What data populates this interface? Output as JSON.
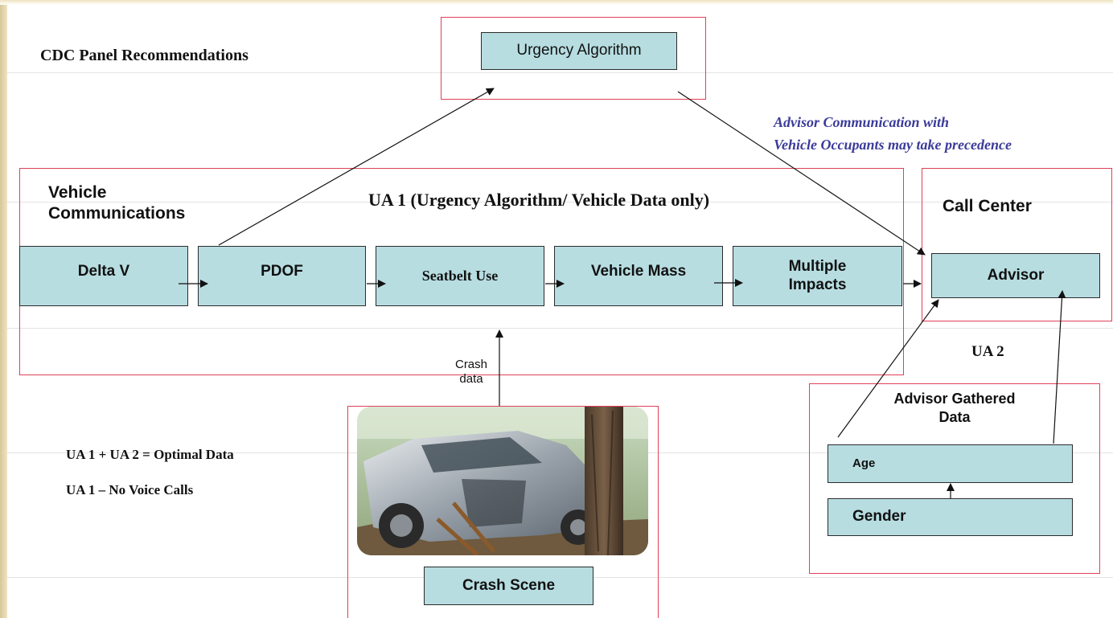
{
  "title": "CDC Panel Recommendations",
  "urgency_algorithm": "Urgency Algorithm",
  "advisor_note": [
    "Advisor  Communication with",
    "Vehicle Occupants may take precedence"
  ],
  "vehicle_comms": {
    "heading": [
      "Vehicle",
      "Communications"
    ],
    "ua1_heading": "UA 1 (Urgency Algorithm/ Vehicle Data only)",
    "boxes": [
      "Delta V",
      "PDOF",
      "Seatbelt Use",
      "Vehicle Mass",
      "Multiple Impacts"
    ]
  },
  "call_center": {
    "heading": "Call Center",
    "advisor": "Advisor"
  },
  "ua2_label": "UA 2",
  "crash": {
    "label": [
      "Crash",
      "data"
    ],
    "scene": "Crash Scene"
  },
  "advisor_gathered": {
    "heading": [
      "Advisor Gathered",
      "Data"
    ],
    "age": "Age",
    "gender": "Gender"
  },
  "notes": [
    "UA 1 + UA 2 = Optimal Data",
    "UA 1 – No Voice Calls"
  ],
  "colors": {
    "box_fill": "#b7dde1",
    "frame_red": "#e0405a",
    "note_blue": "#3b3b9a"
  }
}
